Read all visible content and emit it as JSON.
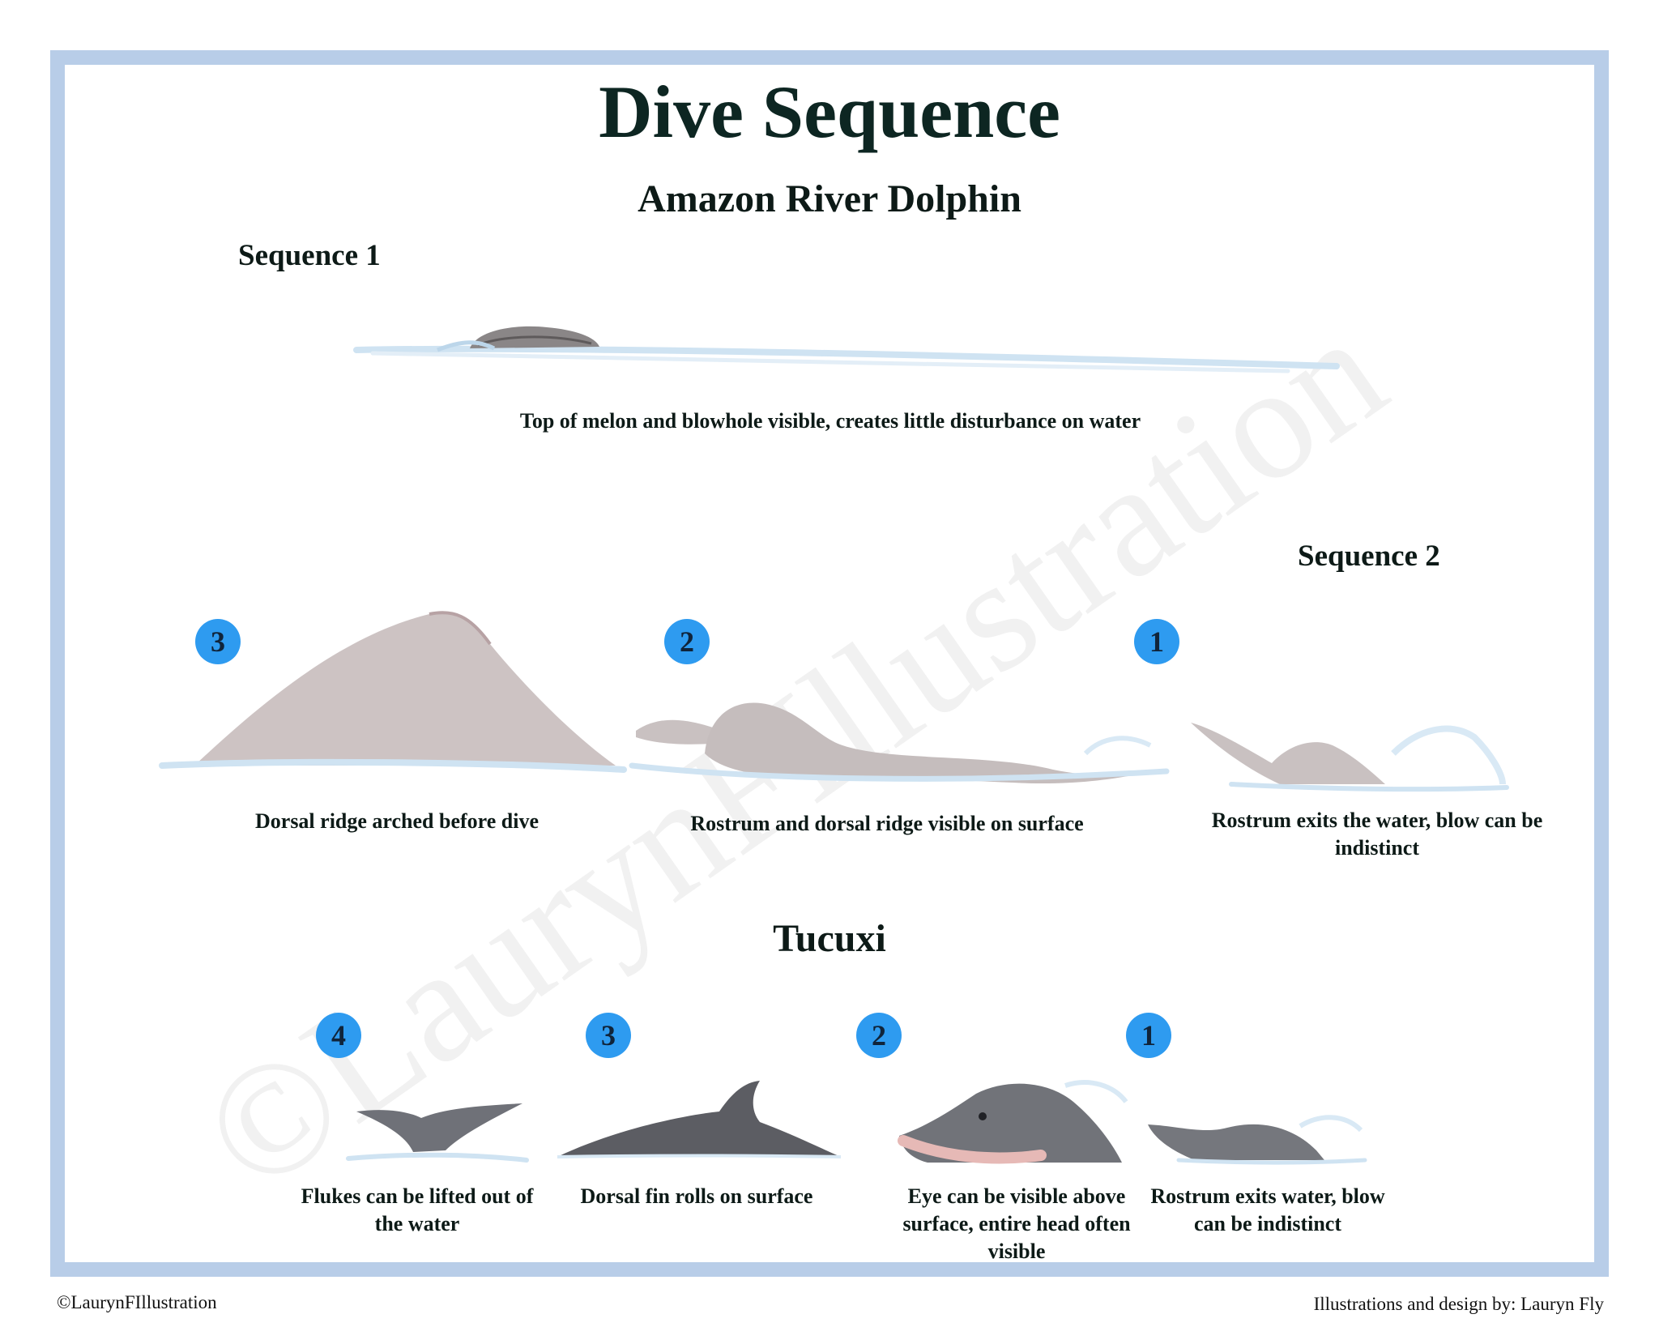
{
  "header": {
    "title": "Dive Sequence",
    "subtitle": "Amazon River Dolphin"
  },
  "sequence1": {
    "label": "Sequence 1",
    "caption": "Top of melon and blowhole visible, creates little disturbance on water"
  },
  "sequence2": {
    "label": "Sequence 2",
    "steps": [
      {
        "number": "3",
        "caption": "Dorsal ridge arched before dive"
      },
      {
        "number": "2",
        "caption": "Rostrum and dorsal ridge visible on surface"
      },
      {
        "number": "1",
        "caption": "Rostrum exits the water, blow can be indistinct"
      }
    ]
  },
  "tucuxi": {
    "label": "Tucuxi",
    "steps": [
      {
        "number": "4",
        "caption": "Flukes can be lifted out of the water"
      },
      {
        "number": "3",
        "caption": "Dorsal fin rolls on surface"
      },
      {
        "number": "2",
        "caption": "Eye can be visible above surface, entire head often visible"
      },
      {
        "number": "1",
        "caption": "Rostrum exits water, blow can be indistinct"
      }
    ]
  },
  "watermark": "©LaurynFIllustration",
  "footer": {
    "copyright": "©LaurynFIllustration",
    "credit": "Illustrations and design by: Lauryn Fly"
  },
  "colors": {
    "frame": "#b8cde8",
    "badge": "#2e9bf0",
    "text": "#0d1a17",
    "dolphin_pink": "#cdc3c3",
    "tucuxi_grey": "#6f7178",
    "water": "#cfe3f2"
  }
}
